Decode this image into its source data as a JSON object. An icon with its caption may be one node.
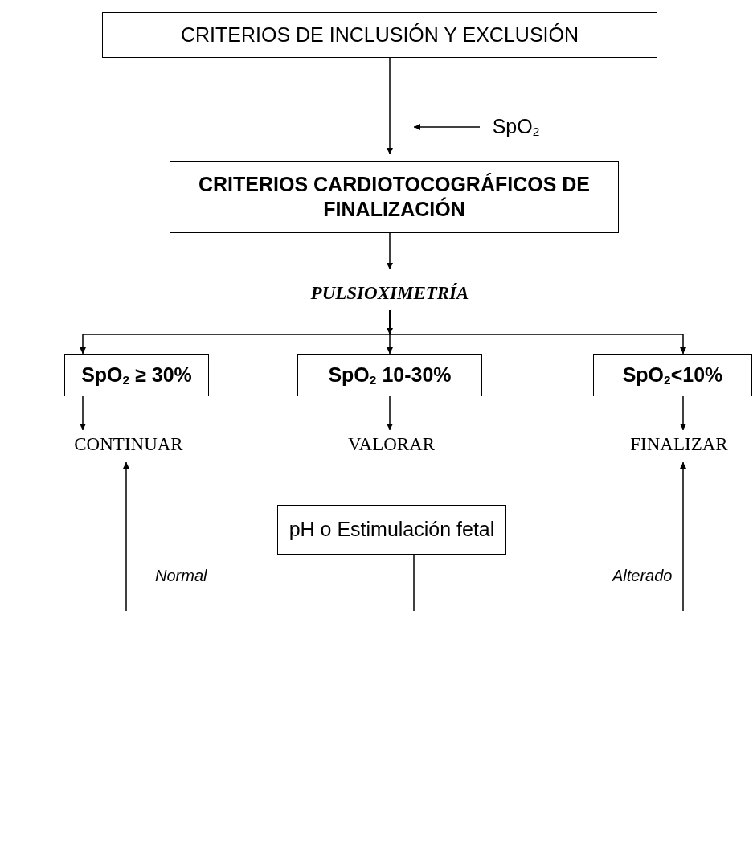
{
  "diagram": {
    "nodes": [
      {
        "text": [
          "CRITERIOS DE INCLUSIÓN Y EXCLUSIÓN"
        ]
      },
      {
        "text": [
          "SpO$_{2}$"
        ]
      },
      {
        "text": [
          "CRITERIOS CARDIOTOCOGRÁFICOS DE FINALIZACIÓN"
        ]
      },
      {
        "text": [
          "PULSIOXIMETRÍA"
        ]
      },
      {
        "text": [
          "SpO$_{2}$ ≥ 30%"
        ]
      },
      {
        "text": [
          "SpO$_{2}$ 10-30%"
        ]
      },
      {
        "text": [
          "SpO$_{2}$<10%"
        ]
      },
      {
        "text": [
          "CONTINUAR"
        ]
      },
      {
        "text": [
          "VALORAR"
        ]
      },
      {
        "text": [
          "FINALIZAR"
        ]
      },
      {
        "text": [
          "pH o Estimulación fetal"
        ]
      }
    ],
    "edges": [
      {
        "from": 0,
        "to": 2,
        "arrow": "to"
      },
      {
        "from": 1,
        "to": null,
        "arrow": "to"
      },
      {
        "from": 2,
        "to": 3,
        "arrow": "to"
      },
      {
        "from": 3,
        "to": 4,
        "arrow": "to"
      },
      {
        "from": 3,
        "to": 5,
        "arrow": "to"
      },
      {
        "from": 3,
        "to": 6,
        "arrow": "to"
      },
      {
        "from": 4,
        "to": 7,
        "arrow": "to"
      },
      {
        "from": 5,
        "to": 8,
        "arrow": "to"
      },
      {
        "from": 6,
        "to": 9,
        "arrow": "to"
      },
      {
        "from": null,
        "to": 7,
        "arrow": "to"
      },
      {
        "from": null,
        "to": 9,
        "arrow": "to"
      },
      {
        "from": 10,
        "to": null,
        "arrow": "none"
      }
    ],
    "labels": [
      "Normal",
      "Alterado"
    ]
  }
}
